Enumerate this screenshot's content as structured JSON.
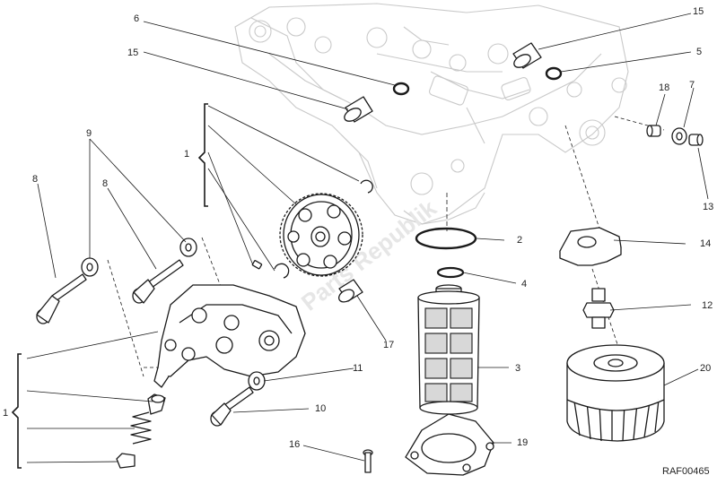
{
  "diagram": {
    "reference_code": "RAF00465",
    "watermark": "Parts Republik",
    "callouts": [
      {
        "id": "c-6",
        "label": "6"
      },
      {
        "id": "c-15a",
        "label": "15"
      },
      {
        "id": "c-15b",
        "label": "15"
      },
      {
        "id": "c-5",
        "label": "5"
      },
      {
        "id": "c-18",
        "label": "18"
      },
      {
        "id": "c-7",
        "label": "7"
      },
      {
        "id": "c-13",
        "label": "13"
      },
      {
        "id": "c-1a",
        "label": "1"
      },
      {
        "id": "c-9",
        "label": "9"
      },
      {
        "id": "c-8a",
        "label": "8"
      },
      {
        "id": "c-8b",
        "label": "8"
      },
      {
        "id": "c-2",
        "label": "2"
      },
      {
        "id": "c-4",
        "label": "4"
      },
      {
        "id": "c-14",
        "label": "14"
      },
      {
        "id": "c-12",
        "label": "12"
      },
      {
        "id": "c-3",
        "label": "3"
      },
      {
        "id": "c-17",
        "label": "17"
      },
      {
        "id": "c-11",
        "label": "11"
      },
      {
        "id": "c-20",
        "label": "20"
      },
      {
        "id": "c-10",
        "label": "10"
      },
      {
        "id": "c-1b",
        "label": "1"
      },
      {
        "id": "c-16",
        "label": "16"
      },
      {
        "id": "c-19",
        "label": "19"
      }
    ]
  }
}
